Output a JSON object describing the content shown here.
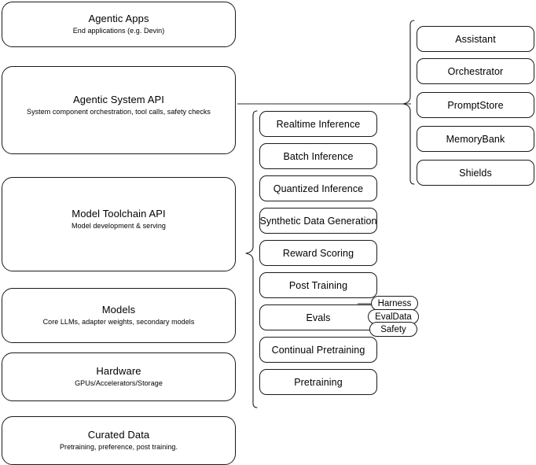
{
  "diagram": {
    "title": "Agentic stack layers",
    "accent_color": "#1a1a1a",
    "background_color": "#ffffff"
  },
  "layers": [
    {
      "id": "agentic-apps",
      "title": "Agentic Apps",
      "subtitle": "End applications (e.g. Devin)"
    },
    {
      "id": "agentic-system-api",
      "title": "Agentic System API",
      "subtitle": "System component orchestration, tool calls, safety checks"
    },
    {
      "id": "model-toolchain-api",
      "title": "Model Toolchain API",
      "subtitle": "Model development & serving"
    },
    {
      "id": "models",
      "title": "Models",
      "subtitle": "Core LLMs, adapter weights, secondary models"
    },
    {
      "id": "hardware",
      "title": "Hardware",
      "subtitle": "GPUs/Accelerators/Storage"
    },
    {
      "id": "curated-data",
      "title": "Curated Data",
      "subtitle": "Pretraining, preference, post training."
    }
  ],
  "toolchain_items": [
    {
      "id": "realtime-inference",
      "label": "Realtime Inference"
    },
    {
      "id": "batch-inference",
      "label": "Batch Inference"
    },
    {
      "id": "quantized-inference",
      "label": "Quantized Inference"
    },
    {
      "id": "synthetic-data-generation",
      "label": "Synthetic Data Generation"
    },
    {
      "id": "reward-scoring",
      "label": "Reward Scoring"
    },
    {
      "id": "post-training",
      "label": "Post Training"
    },
    {
      "id": "evals",
      "label": "Evals"
    },
    {
      "id": "continual-pretraining",
      "label": "Continual Pretraining"
    },
    {
      "id": "pretraining",
      "label": "Pretraining"
    }
  ],
  "evals_badges": [
    {
      "id": "harness",
      "label": "Harness"
    },
    {
      "id": "evaldata",
      "label": "EvalData"
    },
    {
      "id": "safety",
      "label": "Safety"
    }
  ],
  "system_items": [
    {
      "id": "assistant",
      "label": "Assistant"
    },
    {
      "id": "orchestrator",
      "label": "Orchestrator"
    },
    {
      "id": "promptstore",
      "label": "PromptStore"
    },
    {
      "id": "memorybank",
      "label": "MemoryBank"
    },
    {
      "id": "shields",
      "label": "Shields"
    }
  ]
}
